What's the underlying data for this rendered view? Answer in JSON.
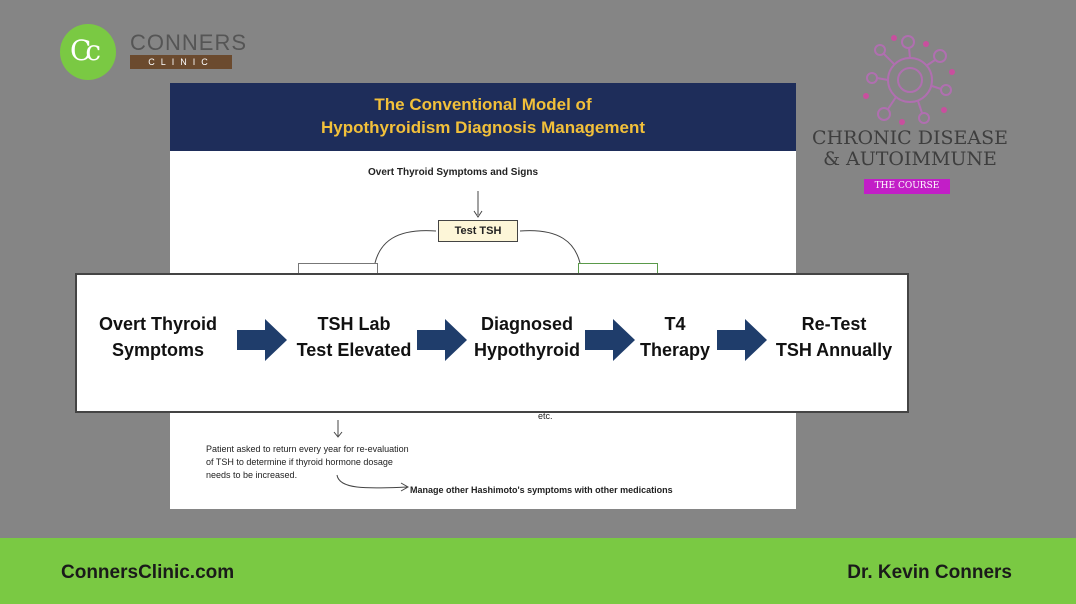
{
  "logo": {
    "name": "CONNERS",
    "sub": "CLINIC"
  },
  "slide": {
    "title_line1": "The Conventional Model of",
    "title_line2": "Hypothyroidism Diagnosis Management",
    "symptoms_label": "Overt Thyroid Symptoms and Signs",
    "test_label": "Test TSH",
    "note_line1": "Patient asked to return every year for re-evaluation",
    "note_line2": "of TSH to determine if thyroid hormone dosage",
    "note_line3": "needs to be increased.",
    "manage_text": "Manage other Hashimoto's symptoms with other medications",
    "etc_text": "etc."
  },
  "flow": {
    "steps": [
      {
        "line1": "Overt Thyroid",
        "line2": "Symptoms"
      },
      {
        "line1": "TSH Lab",
        "line2": "Test Elevated"
      },
      {
        "line1": "Diagnosed",
        "line2": "Hypothyroid"
      },
      {
        "line1": "T4",
        "line2": "Therapy"
      },
      {
        "line1": "Re-Test",
        "line2": "TSH Annually"
      }
    ],
    "arrow_color": "#1f3d6b"
  },
  "right_logo": {
    "line1": "CHRONIC DISEASE",
    "line2": "& AUTOIMMUNE",
    "tag": "THE COURSE"
  },
  "footer": {
    "website": "ConnersClinic.com",
    "doctor": "Dr. Kevin Conners"
  },
  "colors": {
    "brand_green": "#7ac943",
    "slide_header": "#1e2d5a",
    "slide_title": "#f2c03a",
    "course_magenta": "#c21ec7"
  }
}
